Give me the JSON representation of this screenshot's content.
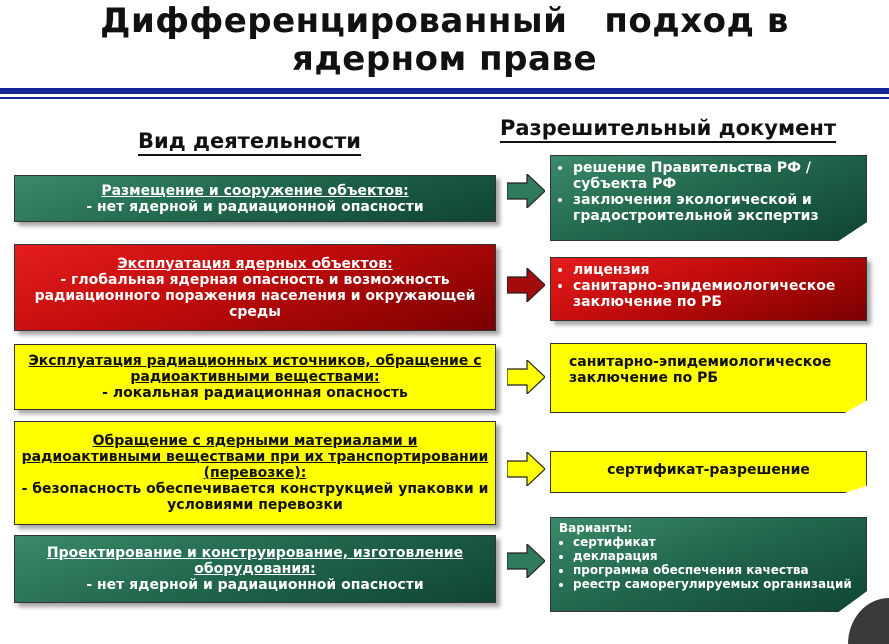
{
  "title": {
    "line1": "Дифференцированный   подход в",
    "line2": "ядерном праве"
  },
  "headers": {
    "activity": "Вид деятельности",
    "document": "Разрешительный документ"
  },
  "rows": [
    {
      "activity_heading": "Размещение и сооружение объектов:",
      "activity_detail": "- нет ядерной и радиационной опасности",
      "documents": [
        "решение Правительства РФ /субъекта РФ",
        "заключения экологической и градостроительной экспертиз"
      ]
    },
    {
      "activity_heading": "Эксплуатация ядерных объектов:",
      "activity_detail": "- глобальная ядерная опасность и возможность радиационного поражения населения и окружающей среды",
      "documents": [
        "лицензия",
        "санитарно-эпидемиологическое заключение по РБ"
      ]
    },
    {
      "activity_heading": "Эксплуатация радиационных источников, обращение с радиоактивными веществами:",
      "activity_detail": "- локальная радиационная опасность",
      "document_text": "санитарно-эпидемиологическое заключение по РБ"
    },
    {
      "activity_heading": "Обращение с ядерными материалами и радиоактивными веществами при их транспортировании (перевозке):",
      "activity_detail": "- безопасность обеспечивается конструкцией упаковки и условиями перевозки",
      "document_text": "сертификат-разрешение"
    },
    {
      "activity_heading": "Проектирование и конструирование, изготовление оборудования:",
      "activity_detail": "- нет ядерной и радиационной опасности",
      "documents_title": "Варианты:",
      "documents": [
        "сертификат",
        "декларация",
        "программа обеспечения качества",
        "реестр саморегулируемых организаций"
      ]
    }
  ],
  "colors": {
    "green": "#22684d",
    "red": "#c00b0b",
    "yellow": "#ffff00",
    "rule": "#13279a"
  }
}
